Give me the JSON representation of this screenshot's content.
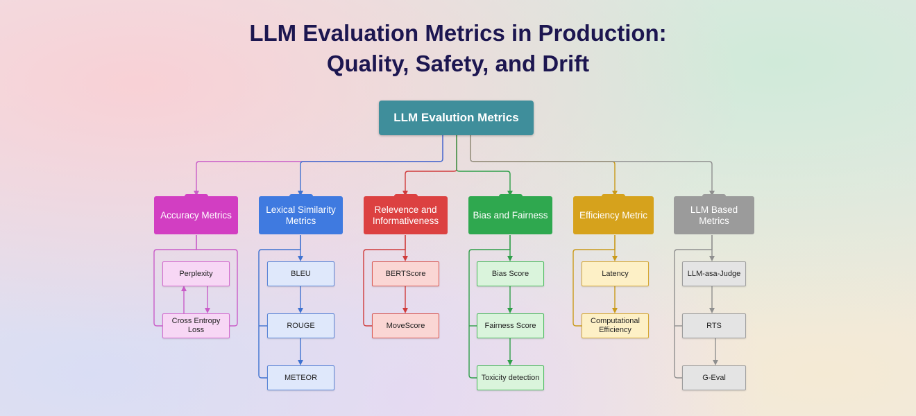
{
  "title": {
    "line1": "LLM Evaluation Metrics in Production:",
    "line2": "Quality, Safety, and Drift"
  },
  "root": {
    "label": "LLM Evalution Metrics"
  },
  "categories": [
    {
      "label": "Accuracy Metrics",
      "color": "#d23ec2",
      "items": [
        {
          "label": "Perplexity",
          "fill": "#f7d7f5",
          "stroke": "#d56bd0"
        },
        {
          "label": "Cross Entropy Loss",
          "fill": "#f7d7f5",
          "stroke": "#d56bd0"
        }
      ]
    },
    {
      "label": "Lexical Similarity Metrics",
      "color": "#3f7ae0",
      "items": [
        {
          "label": "BLEU",
          "fill": "#dfe8fb",
          "stroke": "#5b86d8"
        },
        {
          "label": "ROUGE",
          "fill": "#dfe8fb",
          "stroke": "#5b86d8"
        },
        {
          "label": "METEOR",
          "fill": "#dfe8fb",
          "stroke": "#5b86d8"
        }
      ]
    },
    {
      "label": "Relevence and Informativeness",
      "color": "#dc4141",
      "items": [
        {
          "label": "BERTScore",
          "fill": "#fad6d4",
          "stroke": "#d95a55"
        },
        {
          "label": "MoveScore",
          "fill": "#fad6d4",
          "stroke": "#d95a55"
        }
      ]
    },
    {
      "label": "Bias and Fairness",
      "color": "#2fa84f",
      "items": [
        {
          "label": "Bias Score",
          "fill": "#daf4dc",
          "stroke": "#4dbb60"
        },
        {
          "label": "Fairness Score",
          "fill": "#daf4dc",
          "stroke": "#4dbb60"
        },
        {
          "label": "Toxicity detection",
          "fill": "#daf4dc",
          "stroke": "#4dbb60"
        }
      ]
    },
    {
      "label": "Efficiency Metric",
      "color": "#d6a21c",
      "items": [
        {
          "label": "Latency",
          "fill": "#fdf0c6",
          "stroke": "#d6a835"
        },
        {
          "label": "Computational Efficiency",
          "fill": "#fdf0c6",
          "stroke": "#d6a835"
        }
      ]
    },
    {
      "label": "LLM Based Metrics",
      "color": "#9b9b9b",
      "items": [
        {
          "label": "LLM-asa-Judge",
          "fill": "#e4e4e4",
          "stroke": "#9e9e9e"
        },
        {
          "label": "RTS",
          "fill": "#e4e4e4",
          "stroke": "#9e9e9e"
        },
        {
          "label": "G-Eval",
          "fill": "#e4e4e4",
          "stroke": "#9e9e9e"
        }
      ]
    }
  ]
}
